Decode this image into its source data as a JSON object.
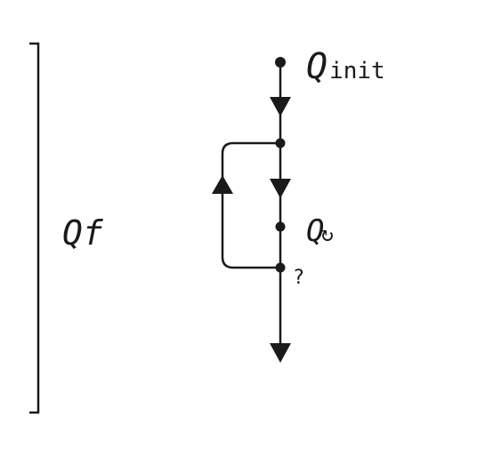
{
  "diagram": {
    "bracket_label": "Qf",
    "init_label": {
      "base": "Q",
      "subscript": "init"
    },
    "loop_label": {
      "base": "Q",
      "symbol": "↻"
    },
    "branch_label": "?"
  },
  "colors": {
    "ink": "#1a1a1a",
    "background": "#ffffff"
  }
}
